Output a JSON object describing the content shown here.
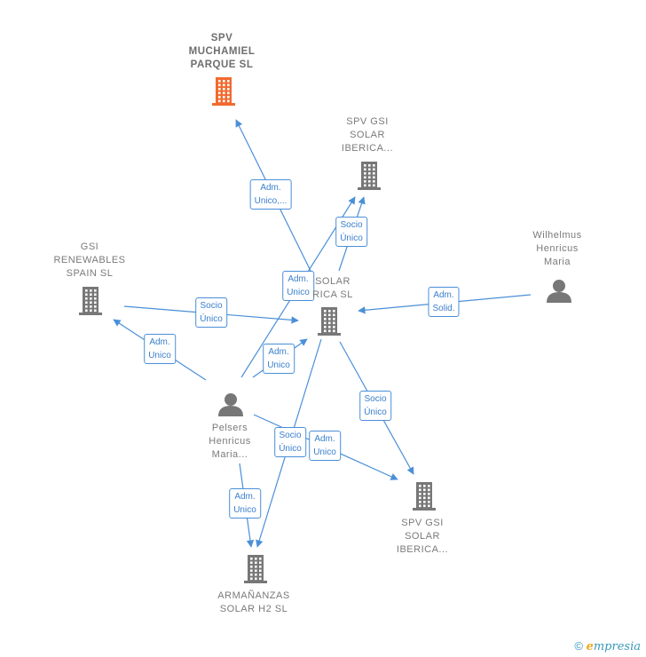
{
  "colors": {
    "edge": "#4a8fd8",
    "node": "#777777",
    "highlight": "#f26a2e"
  },
  "nodes": [
    {
      "id": "muchamiel",
      "type": "company",
      "highlight": true,
      "lines": [
        "SPV",
        "MUCHAMIEL",
        "PARQUE  SL"
      ]
    },
    {
      "id": "gsi_top",
      "type": "company",
      "lines": [
        "SPV GSI",
        "SOLAR",
        "IBERICA..."
      ]
    },
    {
      "id": "gsi_renew",
      "type": "company",
      "lines": [
        "GSI",
        "RENEWABLES",
        "SPAIN  SL"
      ]
    },
    {
      "id": "center",
      "type": "company",
      "lines": [
        "SOLAR",
        "RICA  SL"
      ]
    },
    {
      "id": "wilhelmus",
      "type": "person",
      "lines": [
        "Wilhelmus",
        "Henricus",
        "Maria"
      ]
    },
    {
      "id": "pelsers",
      "type": "person",
      "lines": [
        "Pelsers",
        "Henricus",
        "Maria..."
      ]
    },
    {
      "id": "gsi_bottom",
      "type": "company",
      "lines": [
        "SPV GSI",
        "SOLAR",
        "IBERICA..."
      ]
    },
    {
      "id": "armananzas",
      "type": "company",
      "lines": [
        "ARMAÑANZAS",
        "SOLAR H2  SL"
      ]
    }
  ],
  "edges": [
    {
      "id": "e1",
      "from": "center",
      "to": "muchamiel",
      "lines": [
        "Adm.",
        "Unico,..."
      ]
    },
    {
      "id": "e2",
      "from": "center",
      "to": "gsi_top",
      "lines": [
        "Socio",
        "Único"
      ]
    },
    {
      "id": "e3",
      "from": "pelsers",
      "to": "gsi_top",
      "lines": [
        "Adm.",
        "Unico"
      ]
    },
    {
      "id": "e4",
      "from": "gsi_renew",
      "to": "center",
      "lines": [
        "Socio",
        "Único"
      ]
    },
    {
      "id": "e5",
      "from": "wilhelmus",
      "to": "center",
      "lines": [
        "Adm.",
        "Solid."
      ]
    },
    {
      "id": "e6",
      "from": "pelsers",
      "to": "gsi_renew",
      "lines": [
        "Adm.",
        "Unico"
      ]
    },
    {
      "id": "e7",
      "from": "pelsers",
      "to": "center",
      "lines": [
        "Adm.",
        "Unico"
      ]
    },
    {
      "id": "e8",
      "from": "center",
      "to": "gsi_bottom",
      "lines": [
        "Socio",
        "Único"
      ]
    },
    {
      "id": "e9",
      "from": "center",
      "to": "armananzas",
      "lines": [
        "Socio",
        "Único"
      ]
    },
    {
      "id": "e10",
      "from": "pelsers",
      "to": "gsi_bottom",
      "lines": [
        "Adm.",
        "Unico"
      ]
    },
    {
      "id": "e11",
      "from": "pelsers",
      "to": "armananzas",
      "lines": [
        "Adm.",
        "Unico"
      ]
    }
  ],
  "footer": {
    "copyright": "©",
    "brand_first": "e",
    "brand_rest": "mpresia"
  }
}
